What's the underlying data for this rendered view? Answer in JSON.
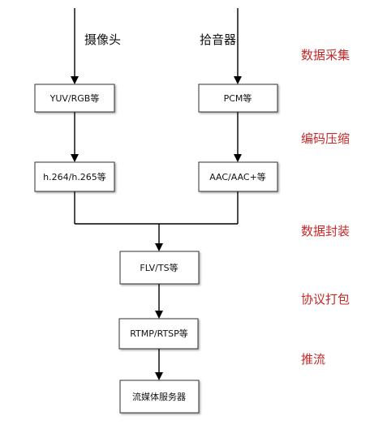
{
  "sources": {
    "camera": "摄像头",
    "microphone": "拾音器"
  },
  "boxes": {
    "yuv": "YUV/RGB等",
    "pcm": "PCM等",
    "h264": "h.264/h.265等",
    "aac": "AAC/AAC+等",
    "flv": "FLV/TS等",
    "rtmp": "RTMP/RTSP等",
    "server": "流媒体服务器"
  },
  "stages": {
    "capture": "数据采集",
    "encode": "编码压缩",
    "mux": "数据封装",
    "protocol": "协议打包",
    "push": "推流"
  },
  "colors": {
    "stage_text": "#c62828",
    "line": "#000000",
    "box_border": "#333333"
  }
}
